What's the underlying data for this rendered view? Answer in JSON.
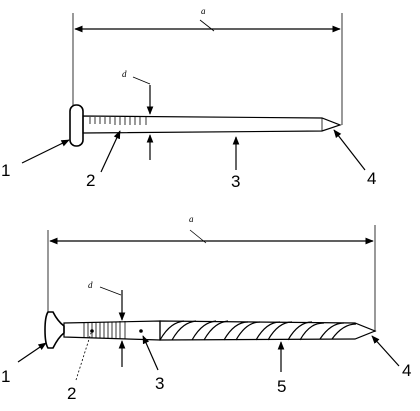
{
  "nail_top": {
    "dim_length": "a",
    "dim_diameter": "d",
    "callouts": [
      "1",
      "2",
      "3",
      "4"
    ]
  },
  "nail_bottom": {
    "dim_length": "a",
    "dim_diameter": "d",
    "callouts": [
      "1",
      "2",
      "3",
      "5",
      "4"
    ]
  }
}
